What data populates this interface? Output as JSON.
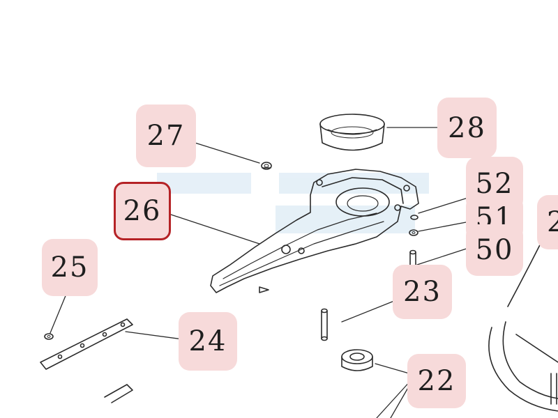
{
  "diagram": {
    "colors": {
      "callout_bg": "#f7dada",
      "selected_border": "#b52226",
      "line": "#2a2a2a",
      "watermark": "#dbeaf5"
    },
    "selected_part": "26",
    "callouts": {
      "c27": "27",
      "c28": "28",
      "c26": "26",
      "c52": "52",
      "c51": "51",
      "c50": "50",
      "c25": "25",
      "c23": "23",
      "c24": "24",
      "c22": "22",
      "c2x": "2"
    }
  }
}
